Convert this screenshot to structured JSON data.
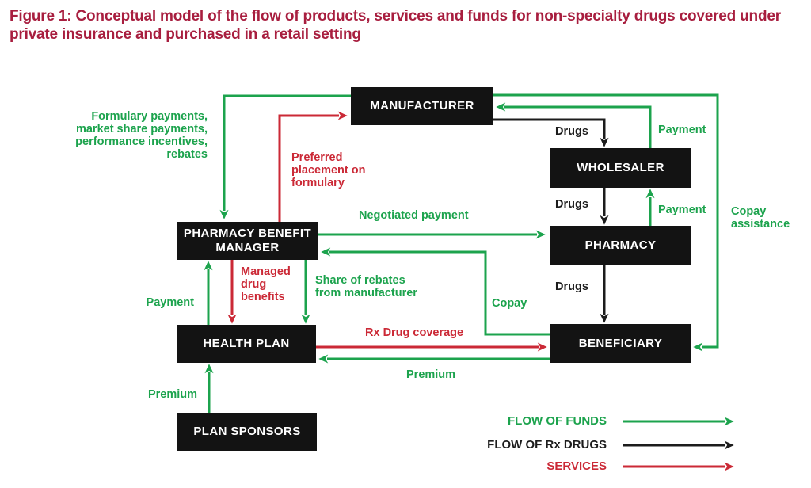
{
  "figure_title": "Figure 1: Conceptual model of the flow of products, services and funds for non-specialty drugs covered under private insurance and purchased in a retail setting",
  "colors": {
    "funds_green": "#1ca34d",
    "drugs_black": "#1c1c1c",
    "services_red": "#cb2936",
    "title_maroon": "#a81e3f",
    "box_bg": "#131313",
    "box_text": "#ffffff"
  },
  "entities": {
    "manufacturer": "MANUFACTURER",
    "wholesaler": "WHOLESALER",
    "pharmacy": "PHARMACY",
    "beneficiary": "BENEFICIARY",
    "pbm": "PHARMACY BENEFIT MANAGER",
    "health_plan": "HEALTH PLAN",
    "plan_sponsors": "PLAN SPONSORS"
  },
  "labels": {
    "formulary_payments": "Formulary payments,\nmarket share payments,\nperformance incentives,\nrebates",
    "preferred_placement": "Preferred\nplacement on\nformulary",
    "negotiated_payment": "Negotiated payment",
    "drugs": "Drugs",
    "payment": "Payment",
    "copay_assistance": "Copay\nassistance",
    "copay": "Copay",
    "share_of_rebates": "Share of rebates\nfrom manufacturer",
    "managed_drug_benefits": "Managed\ndrug\nbenefits",
    "rx_drug_coverage": "Rx Drug coverage",
    "premium": "Premium"
  },
  "flows": [
    {
      "from": "MANUFACTURER",
      "to": "PHARMACY BENEFIT MANAGER",
      "type": "funds",
      "label": "Formulary payments, market share payments, performance incentives, rebates"
    },
    {
      "from": "PHARMACY BENEFIT MANAGER",
      "to": "MANUFACTURER",
      "type": "services",
      "label": "Preferred placement on formulary"
    },
    {
      "from": "MANUFACTURER",
      "to": "WHOLESALER",
      "type": "drugs",
      "label": "Drugs"
    },
    {
      "from": "WHOLESALER",
      "to": "MANUFACTURER",
      "type": "funds",
      "label": "Payment"
    },
    {
      "from": "WHOLESALER",
      "to": "PHARMACY",
      "type": "drugs",
      "label": "Drugs"
    },
    {
      "from": "PHARMACY",
      "to": "WHOLESALER",
      "type": "funds",
      "label": "Payment"
    },
    {
      "from": "MANUFACTURER",
      "to": "BENEFICIARY",
      "type": "funds",
      "label": "Copay assistance"
    },
    {
      "from": "PHARMACY BENEFIT MANAGER",
      "to": "PHARMACY",
      "type": "funds",
      "label": "Negotiated payment"
    },
    {
      "from": "PHARMACY",
      "to": "BENEFICIARY",
      "type": "drugs",
      "label": "Drugs"
    },
    {
      "from": "BENEFICIARY",
      "to": "PHARMACY BENEFIT MANAGER",
      "type": "funds",
      "label": "Copay"
    },
    {
      "from": "HEALTH PLAN",
      "to": "PHARMACY BENEFIT MANAGER",
      "type": "funds",
      "label": "Payment"
    },
    {
      "from": "PHARMACY BENEFIT MANAGER",
      "to": "HEALTH PLAN",
      "type": "services",
      "label": "Managed drug benefits"
    },
    {
      "from": "PHARMACY BENEFIT MANAGER",
      "to": "HEALTH PLAN",
      "type": "funds",
      "label": "Share of rebates from manufacturer"
    },
    {
      "from": "HEALTH PLAN",
      "to": "BENEFICIARY",
      "type": "services",
      "label": "Rx Drug coverage"
    },
    {
      "from": "BENEFICIARY",
      "to": "HEALTH PLAN",
      "type": "funds",
      "label": "Premium"
    },
    {
      "from": "PLAN SPONSORS",
      "to": "HEALTH PLAN",
      "type": "funds",
      "label": "Premium"
    }
  ],
  "legend": {
    "flow_of_funds": "FLOW OF FUNDS",
    "flow_of_rx_drugs": "FLOW OF Rx DRUGS",
    "services": "SERVICES"
  }
}
